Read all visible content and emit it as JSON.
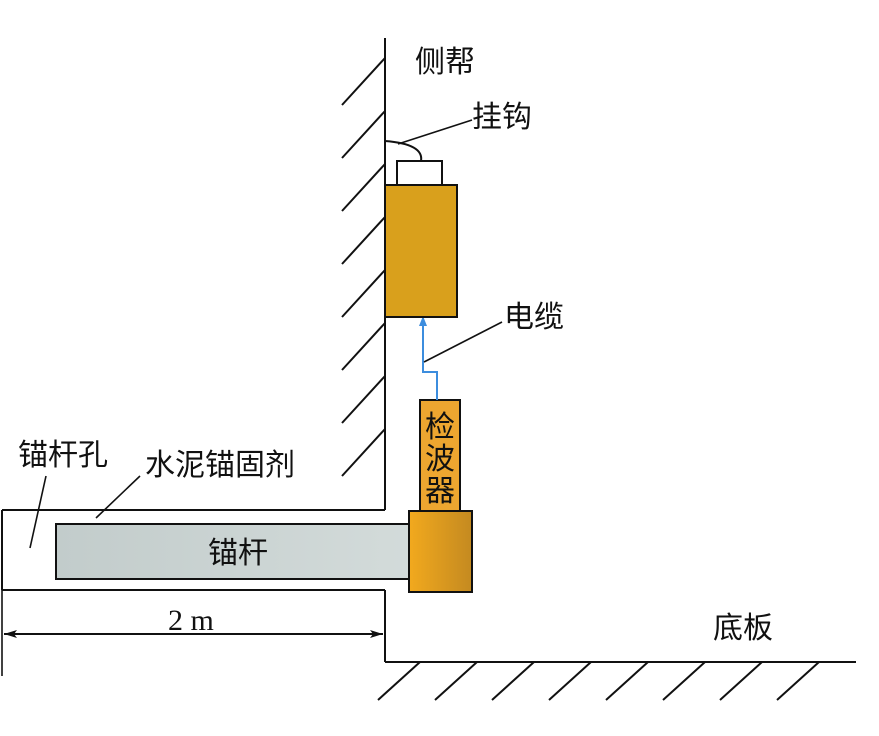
{
  "labels": {
    "side_wall": "侧帮",
    "hook": "挂钩",
    "cable": "电缆",
    "geophone": [
      "检",
      "波",
      "器"
    ],
    "bolt_hole": "锚杆孔",
    "cement_agent": "水泥锚固剂",
    "bolt": "锚杆",
    "dimension": "2 m",
    "floor": "底板"
  },
  "colors": {
    "device_gold": "#D9A01C",
    "geophone_orange": "#EDA630",
    "bolt_grey": "#C5CFCE",
    "cable_blue": "#3C8DDE",
    "line": "#111111"
  }
}
